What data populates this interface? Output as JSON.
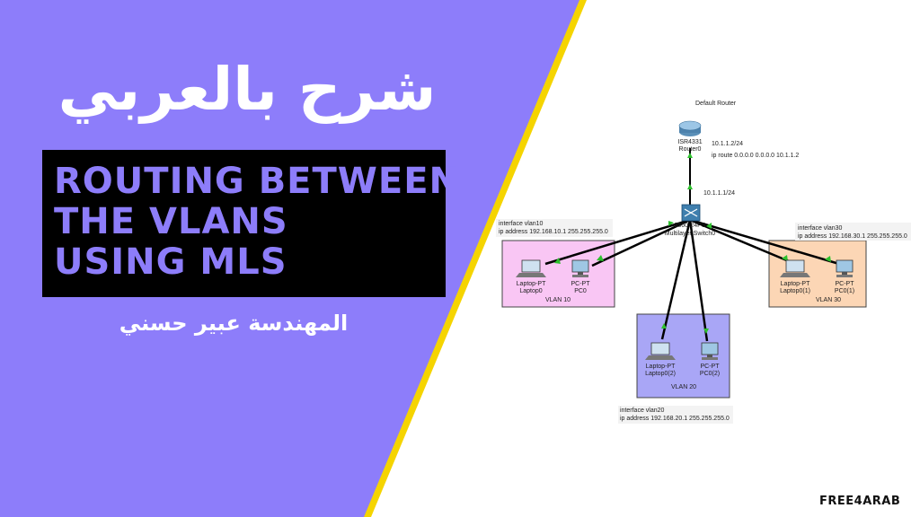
{
  "thumbnail": {
    "arabic_title": "شرح بالعربي",
    "english_title": [
      "ROUTING BETWEEN",
      "THE VLANS",
      "USING MLS"
    ],
    "author": "المهندسة عبير حسني",
    "brand": "FREE4ARAB",
    "colors": {
      "purple": "#8d7dfa",
      "yellow_stripe": "#f5d400",
      "black": "#000000",
      "white": "#ffffff"
    }
  },
  "topology": {
    "default_router_label": "Default Router",
    "router": {
      "model": "ISR4331",
      "name": "Router0"
    },
    "router_ip": "10.1.1.2/24",
    "ip_route": "ip route 0.0.0.0 0.0.0.0 10.1.1.2",
    "switch_ip": "10.1.1.1/24",
    "switch": {
      "model": "3560-24PS",
      "name": "Multilayer Switch0"
    },
    "vlans": [
      {
        "interface": "interface vlan10",
        "ip": "ip address 192.168.10.1 255.255.255.0",
        "label": "VLAN 10",
        "color": "#f9c6f4",
        "laptop": {
          "type": "Laptop-PT",
          "name": "Laptop0"
        },
        "pc": {
          "type": "PC-PT",
          "name": "PC0"
        }
      },
      {
        "interface": "interface vlan20",
        "ip": "ip address 192.168.20.1 255.255.255.0",
        "label": "VLAN 20",
        "color": "#a9a6f6",
        "laptop": {
          "type": "Laptop-PT",
          "name": "Laptop0(2)"
        },
        "pc": {
          "type": "PC-PT",
          "name": "PC0(2)"
        }
      },
      {
        "interface": "interface vlan30",
        "ip": "ip address 192.168.30.1 255.255.255.0",
        "label": "VLAN 30",
        "color": "#fcd6b5",
        "laptop": {
          "type": "Laptop-PT",
          "name": "Laptop0(1)"
        },
        "pc": {
          "type": "PC-PT",
          "name": "PC0(1)"
        }
      }
    ]
  }
}
